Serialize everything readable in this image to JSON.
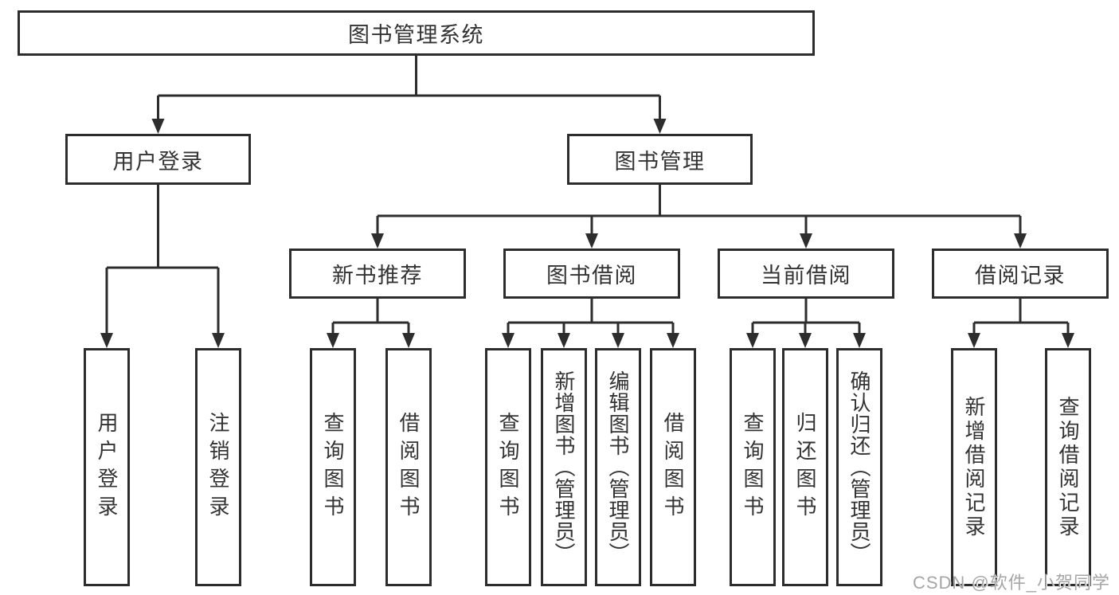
{
  "colors": {
    "line": "#2d2d2d",
    "text": "#333333",
    "watermark": "#a6a6a6"
  },
  "watermark": "CSDN @软件_小贺同学",
  "diagram": {
    "root": "图书管理系统",
    "branches": [
      {
        "label": "用户登录",
        "children": [
          "用户登录",
          "注销登录"
        ]
      },
      {
        "label": "图书管理",
        "sections": [
          {
            "label": "新书推荐",
            "children": [
              "查询图书",
              "借阅图书"
            ]
          },
          {
            "label": "图书借阅",
            "children": [
              "查询图书",
              "新增图书（管理员）",
              "编辑图书（管理员）",
              "借阅图书"
            ]
          },
          {
            "label": "当前借阅",
            "children": [
              "查询图书",
              "归还图书",
              "确认归还（管理员）"
            ]
          },
          {
            "label": "借阅记录",
            "children": [
              "新增借阅记录",
              "查询借阅记录"
            ]
          }
        ]
      }
    ]
  }
}
